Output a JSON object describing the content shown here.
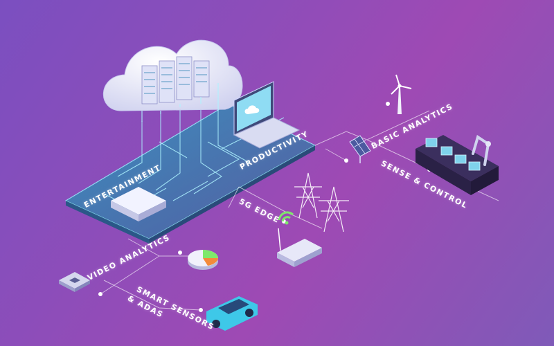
{
  "labels": {
    "entertainment": "ENTERTAINMENT",
    "productivity": "PRODUCTIVITY",
    "basic_analytics": "BASIC ANALYTICS",
    "sense_control": "SENSE & CONTROL",
    "edge_5g": "5G EDGE",
    "video_analytics": "VIDEO ANALYTICS",
    "smart_sensors_line1": "SMART SENSORS",
    "smart_sensors_line2": "& ADAS"
  },
  "colors": {
    "glow": "#aef3ff",
    "platform": "#1d8fa8",
    "car": "#3ec8e8",
    "cloud": "#e9eafa"
  }
}
